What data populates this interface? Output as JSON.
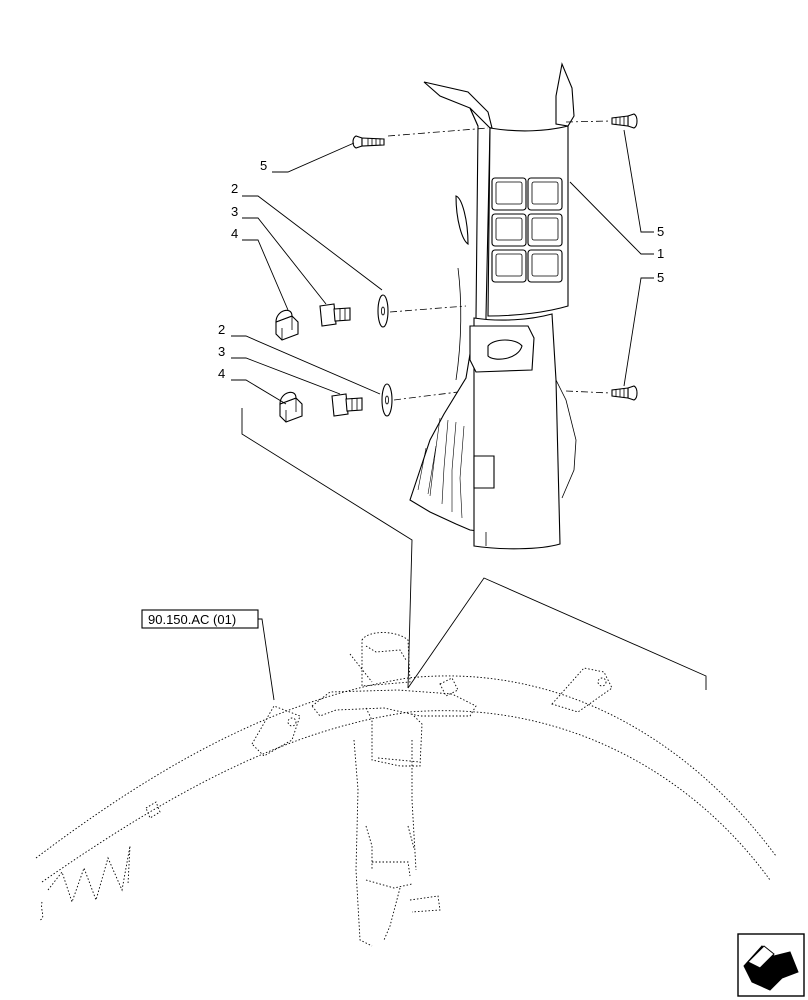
{
  "callouts": [
    {
      "id": "c-1",
      "label": "1"
    },
    {
      "id": "c-2a",
      "label": "2"
    },
    {
      "id": "c-3a",
      "label": "3"
    },
    {
      "id": "c-4a",
      "label": "4"
    },
    {
      "id": "c-2b",
      "label": "2"
    },
    {
      "id": "c-3b",
      "label": "3"
    },
    {
      "id": "c-4b",
      "label": "4"
    },
    {
      "id": "c-5a",
      "label": "5"
    },
    {
      "id": "c-5b",
      "label": "5"
    },
    {
      "id": "c-5c",
      "label": "5"
    }
  ],
  "reference": {
    "label": "90.150.AC (01)"
  },
  "nav_icon": "next-page-arrow-icon"
}
